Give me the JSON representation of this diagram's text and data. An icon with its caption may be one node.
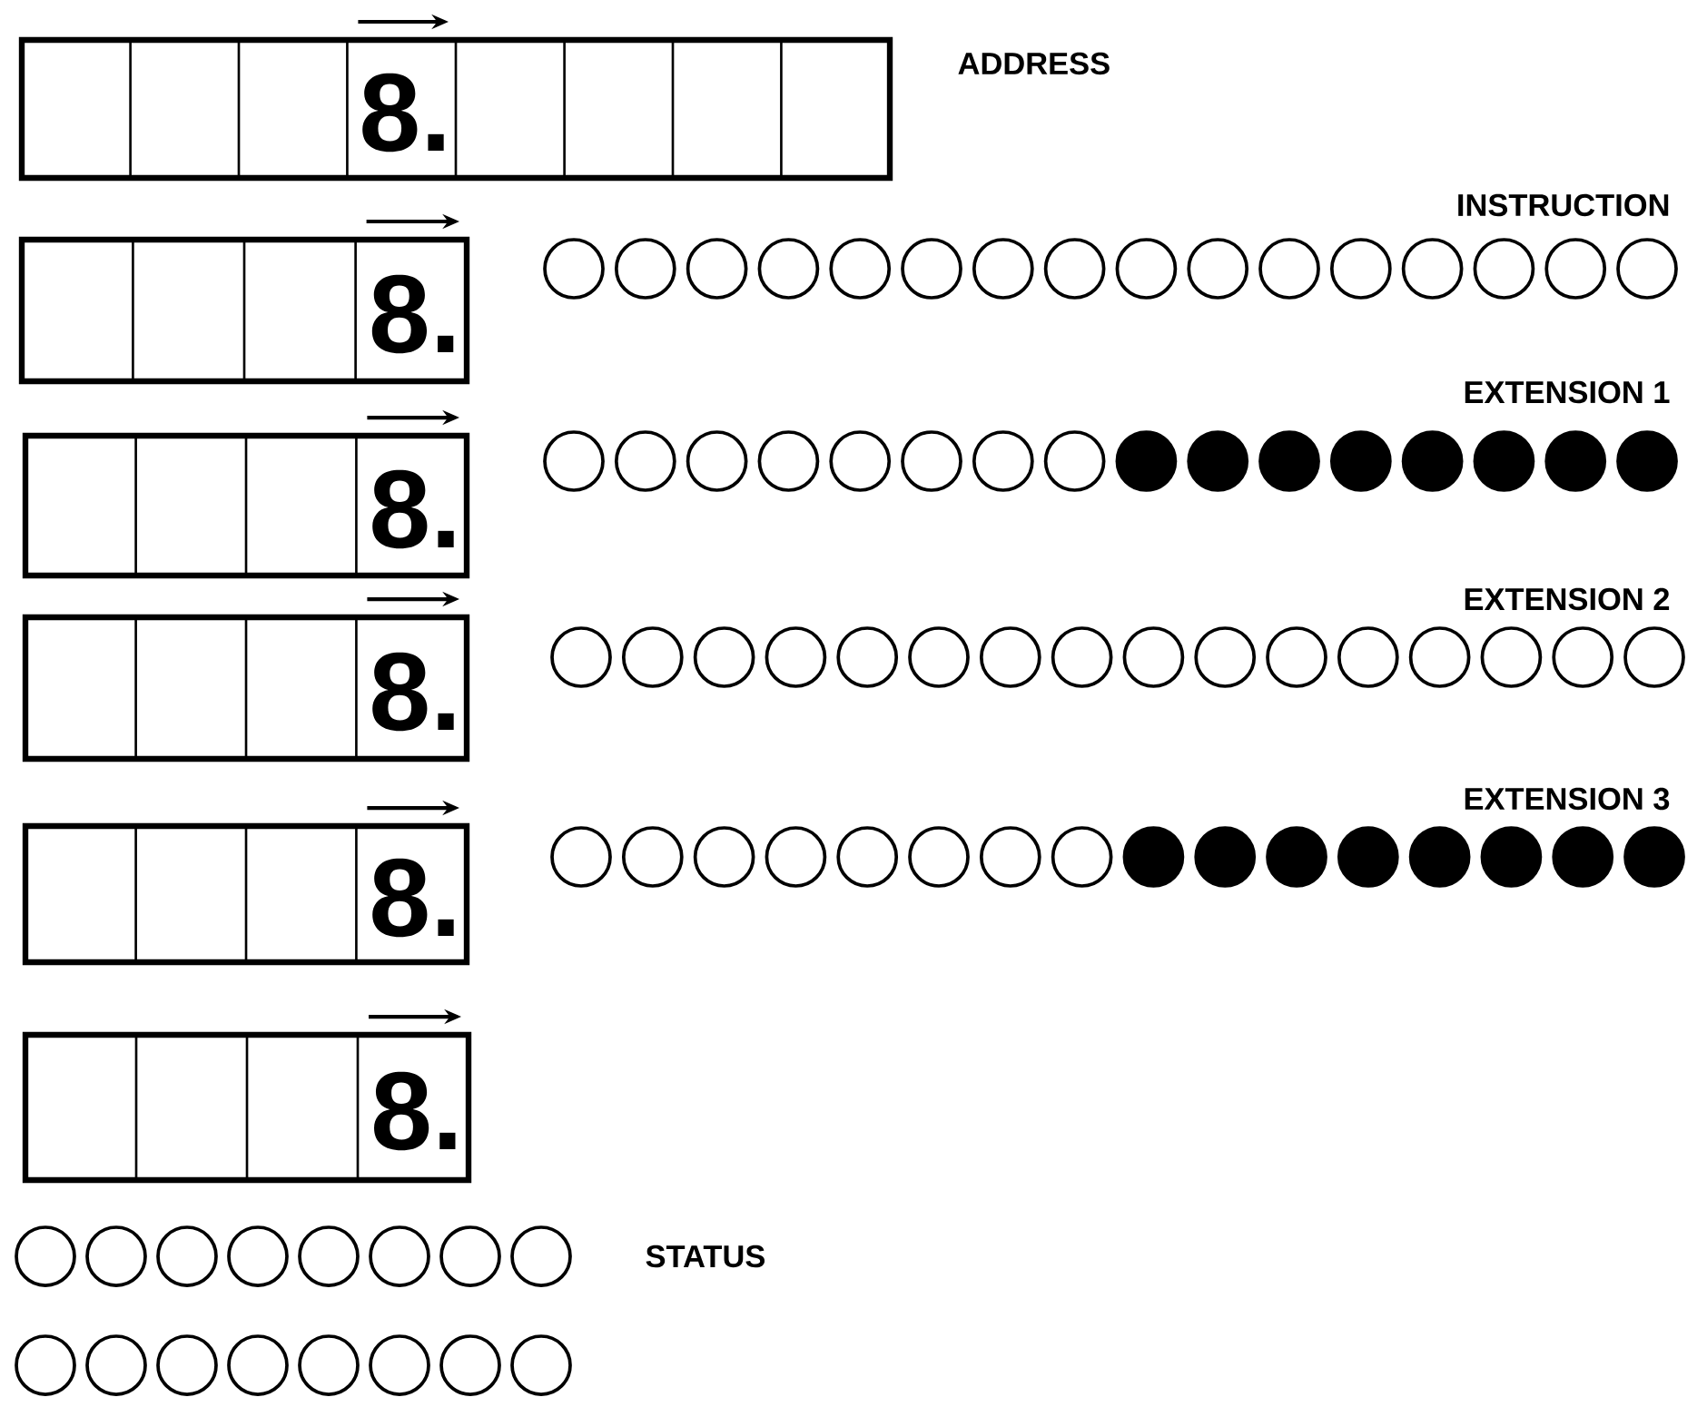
{
  "diagram": {
    "nodes": [
      {
        "text": [
          "8."
        ]
      },
      {
        "text": [
          "8."
        ]
      },
      {
        "text": [
          "8."
        ]
      },
      {
        "text": [
          "8."
        ]
      },
      {
        "text": [
          "8."
        ]
      },
      {
        "text": [
          "8."
        ]
      }
    ],
    "labels": [
      "ADDRESS",
      "INSTRUCTION",
      "EXTENSION 1",
      "EXTENSION 2",
      "EXTENSION 3",
      "STATUS"
    ]
  }
}
